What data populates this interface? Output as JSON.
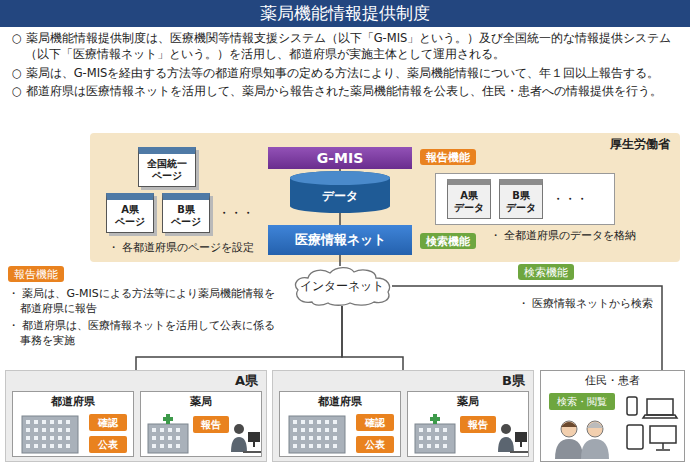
{
  "diagram": {
    "title": "薬局機能情報提供制度",
    "nodes": [
      {
        "text": [
          "厚生労働省"
        ]
      },
      {
        "text": [
          "G-MIS"
        ],
        "in": 0
      },
      {
        "text": [
          "データ"
        ],
        "in": 0
      },
      {
        "text": [
          "医療情報ネット"
        ],
        "in": 0
      },
      {
        "text": [
          "報告機能"
        ],
        "in": 0
      },
      {
        "text": [
          "検索機能"
        ],
        "in": 0
      },
      {
        "text": [
          "全国統一 ページ"
        ],
        "in": 0
      },
      {
        "text": [
          "A県 ページ"
        ],
        "in": 0
      },
      {
        "text": [
          "B県 ページ"
        ],
        "in": 0
      },
      {
        "text": [
          "A県 データ"
        ],
        "in": 0
      },
      {
        "text": [
          "B県 データ"
        ],
        "in": 0
      },
      {
        "text": [
          "報告機能"
        ]
      },
      {
        "text": [
          "検索機能"
        ]
      },
      {
        "text": [
          "インターネット"
        ]
      },
      {
        "text": [
          "A県"
        ]
      },
      {
        "text": [
          "都道府県"
        ],
        "in": 14
      },
      {
        "text": [
          "確認"
        ],
        "in": 15
      },
      {
        "text": [
          "公表"
        ],
        "in": 15
      },
      {
        "text": [
          "薬局"
        ],
        "in": 14
      },
      {
        "text": [
          "報告"
        ],
        "in": 18
      },
      {
        "text": [
          "B県"
        ]
      },
      {
        "text": [
          "都道府県"
        ],
        "in": 20
      },
      {
        "text": [
          "確認"
        ],
        "in": 21
      },
      {
        "text": [
          "公表"
        ],
        "in": 21
      },
      {
        "text": [
          "薬局"
        ],
        "in": 20
      },
      {
        "text": [
          "報告"
        ],
        "in": 24
      },
      {
        "text": [
          "住民・患者"
        ]
      },
      {
        "text": [
          "検索・閲覧"
        ],
        "in": 26
      }
    ],
    "edges": [
      {
        "from": 1,
        "to": 2,
        "arrow": "none"
      },
      {
        "from": 2,
        "to": 3,
        "arrow": "none"
      },
      {
        "from": 3,
        "to": 13,
        "arrow": "none"
      },
      {
        "from": 13,
        "to": 14,
        "arrow": "none"
      },
      {
        "from": 13,
        "to": 20,
        "arrow": "none"
      },
      {
        "from": 13,
        "to": 26,
        "arrow": "none"
      }
    ],
    "labels": [
      "○ 薬局機能情報提供制度は、医療機関等情報支援システム（以下「G-MIS」という。）及び全国統一的な情報提供システム（以下「医療情報ネット」という。）を活用し、都道府県が実施主体として運用される。",
      "○ 薬局は、G-MISを経由する方法等の都道府県知事の定める方法により、薬局機能情報について、年１回以上報告する。",
      "○ 都道府県は医療情報ネットを活用して、薬局から報告された薬局機能情報を公表し、住民・患者への情報提供を行う。",
      "・・・",
      "・ 各都道府県のページを設定",
      "・・・",
      "・ 全都道府県のデータを格納",
      "・ 薬局は、G-MISによる方法等により薬局機能情報を都道府県に報告",
      "・ 都道府県は、医療情報ネットを活用して公表に係る事務を実施",
      "・ 医療情報ネットから検索"
    ]
  }
}
